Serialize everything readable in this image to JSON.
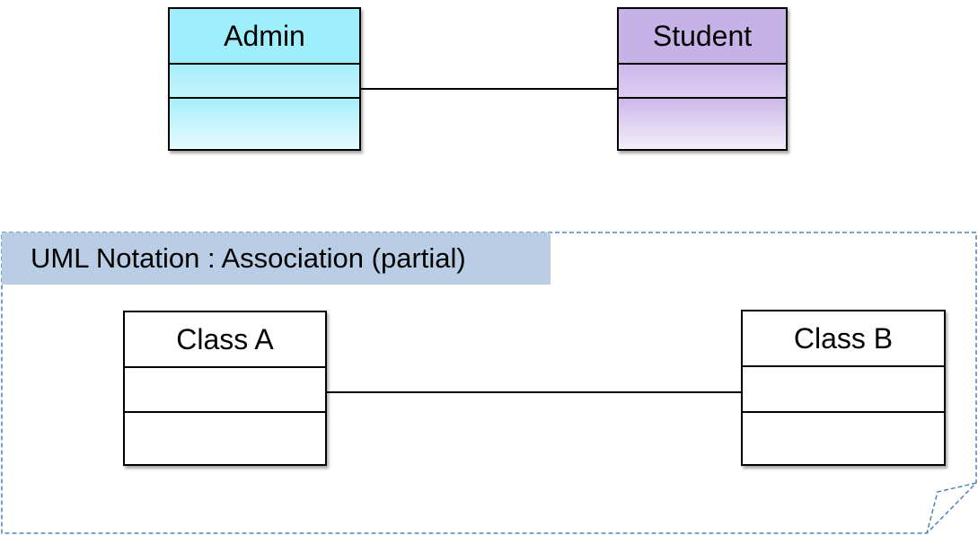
{
  "diagram": {
    "classes": [
      {
        "id": "admin",
        "name": "Admin",
        "fill": "#9eeefb"
      },
      {
        "id": "student",
        "name": "Student",
        "fill": "#c7b2e8"
      },
      {
        "id": "class-a",
        "name": "Class A",
        "fill": "#ffffff"
      },
      {
        "id": "class-b",
        "name": "Class B",
        "fill": "#ffffff"
      }
    ],
    "associations": [
      {
        "from": "Admin",
        "to": "Student"
      },
      {
        "from": "Class A",
        "to": "Class B"
      }
    ],
    "note": {
      "title": "UML Notation : Association (partial)",
      "title_fill": "#b9cde5",
      "border_color": "#4f81bd"
    }
  }
}
